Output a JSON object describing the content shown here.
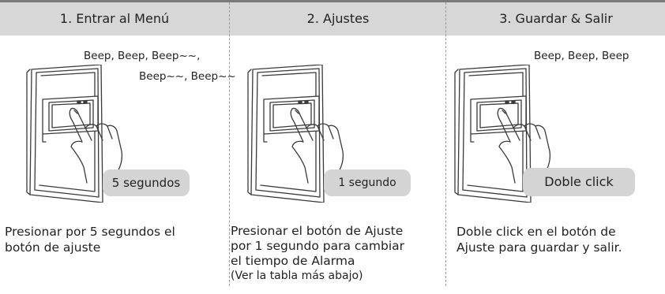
{
  "steps": [
    {
      "title": "1. Entrar al Menú",
      "beep_lines": [
        "Beep, Beep, Beep~~,",
        "Beep~~, Beep~~"
      ],
      "bubble": "5 segundos",
      "description": [
        "Presionar por 5 segundos el",
        "botón de ajuste"
      ]
    },
    {
      "title": "2. Ajustes",
      "beep_lines": [],
      "bubble": "1 segundo",
      "description": [
        "Presionar el botón de Ajuste",
        "por 1 segundo para cambiar",
        "el tiempo de Alarma",
        "(Ver la tabla más abajo)"
      ]
    },
    {
      "title": "3. Guardar & Salir",
      "beep_lines": [
        "Beep, Beep, Beep"
      ],
      "bubble": "Doble click",
      "description": [
        "Doble click en el botón de",
        "Ajuste para guardar y salir."
      ]
    }
  ],
  "colors": {
    "header_bg": "#d7d7d7",
    "top_rule": "#7a7a7a",
    "bubble_bg": "#d4d4d4",
    "line": "#3a3a3a"
  }
}
